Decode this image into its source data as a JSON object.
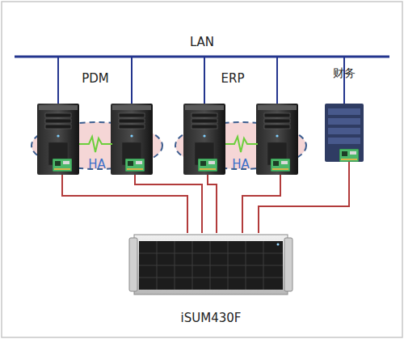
{
  "diagram": {
    "nodes": [
      {
        "text": [
          "HA"
        ]
      },
      {
        "text": [
          "HA"
        ]
      },
      {
        "text": [
          "财务"
        ]
      },
      {
        "text": [
          "iSUM430F"
        ]
      }
    ],
    "edges": [
      {
        "from": 0,
        "to": 3,
        "arrow": "none"
      },
      {
        "from": 0,
        "to": 3,
        "arrow": "none"
      },
      {
        "from": 1,
        "to": 3,
        "arrow": "none"
      },
      {
        "from": 1,
        "to": 3,
        "arrow": "none"
      },
      {
        "from": 2,
        "to": 3,
        "arrow": "none"
      }
    ],
    "labels": [
      "LAN",
      "PDM",
      "ERP"
    ]
  }
}
